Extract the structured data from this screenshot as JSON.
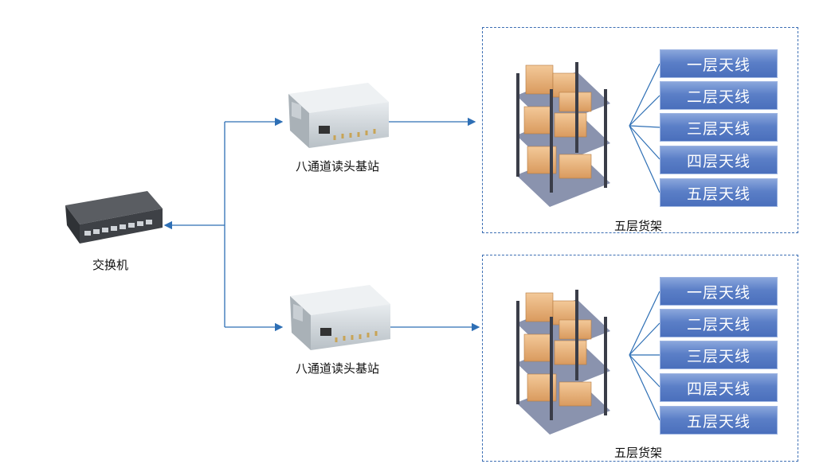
{
  "switch": {
    "label": "交换机"
  },
  "readers": [
    {
      "label": "八通道读头基站"
    },
    {
      "label": "八通道读头基站"
    }
  ],
  "shelves": [
    {
      "label": "五层货架",
      "antennas": [
        "一层天线",
        "二层天线",
        "三层天线",
        "四层天线",
        "五层天线"
      ]
    },
    {
      "label": "五层货架",
      "antennas": [
        "一层天线",
        "二层天线",
        "三层天线",
        "四层天线",
        "五层天线"
      ]
    }
  ],
  "colors": {
    "connector": "#2e6fb5",
    "antenna_fill": "#5b7fc7",
    "dashed_border": "#3d6fb4"
  }
}
